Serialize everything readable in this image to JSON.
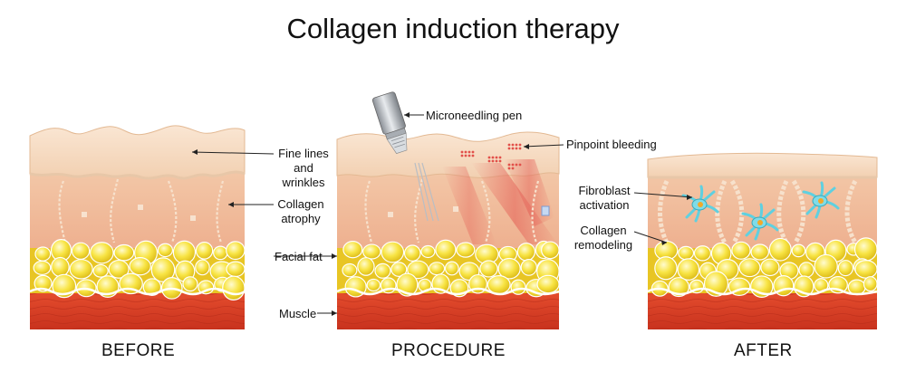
{
  "title": "Collagen induction therapy",
  "captions": {
    "before": "BEFORE",
    "procedure": "PROCEDURE",
    "after": "AFTER"
  },
  "labels": {
    "fine_lines_1": "Fine lines",
    "fine_lines_2": "and wrinkles",
    "collagen_atrophy_1": "Collagen",
    "collagen_atrophy_2": "atrophy",
    "facial_fat": "Facial fat",
    "muscle": "Muscle",
    "microneedling_pen": "Microneedling pen",
    "pinpoint_bleeding": "Pinpoint bleeding",
    "fibroblast_1": "Fibroblast",
    "fibroblast_2": "activation",
    "collagen_remodeling_1": "Collagen",
    "collagen_remodeling_2": "remodeling"
  },
  "colors": {
    "epidermis": "#f6dcc3",
    "dermis": "#f1bb9a",
    "fat": "#f7df3a",
    "muscle": "#e0442a",
    "fibroblast": "#5fd0e0",
    "blood": "#e2504a"
  }
}
